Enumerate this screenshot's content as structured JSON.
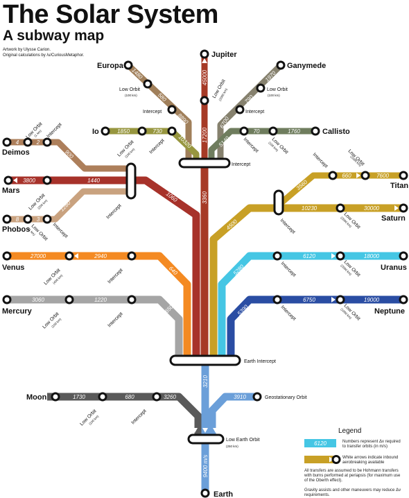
{
  "header": {
    "title": "The Solar System",
    "subtitle": "A subway map",
    "credit_line1": "Artwork by Ulysse Carion.",
    "credit_line2": "Original calculations by /u/CuriousMetaphor."
  },
  "labels": {
    "jupiter": "Jupiter",
    "europa": "Europa",
    "ganymede": "Ganymede",
    "io": "Io",
    "callisto": "Callisto",
    "deimos": "Deimos",
    "mars": "Mars",
    "phobos": "Phobos",
    "titan": "Titan",
    "saturn": "Saturn",
    "venus": "Venus",
    "uranus": "Uranus",
    "mercury": "Mercury",
    "neptune": "Neptune",
    "moon": "Moon",
    "geostationary": "Geostationary Orbit",
    "earth": "Earth",
    "jupiter_intercept": "Intercept",
    "earth_intercept": "Earth Intercept",
    "leo": "Low Earth Orbit",
    "leo_alt": "(250 km)",
    "low_orbit": "Low Orbit",
    "intercept": "Intercept",
    "alt_1km": "(1 km)",
    "alt_100km": "(100 km)",
    "alt_200km": "(200 km)",
    "alt_400km": "(400 km)",
    "alt_1000km": "(1000 km)",
    "alt_2000km": "(2000 km)"
  },
  "values": {
    "europa_a": "1480",
    "europa_b": "580",
    "europa_c": "8890",
    "jupiter_a": "45000",
    "jupiter_b": "17200",
    "jupiter_c": "3360",
    "ganymede_a": "1970",
    "ganymede_b": "790",
    "ganymede_c": "6700",
    "io_a": "1850",
    "io_b": "730",
    "io_c": "10320",
    "callisto_a": "1760",
    "callisto_b": "70",
    "callisto_c": "5140",
    "deimos_a": "4",
    "deimos_b": "2",
    "deimos_c": "900",
    "mars_a": "3800",
    "mars_b": "1440",
    "mars_c": "1060",
    "phobos_a": "8",
    "phobos_b": "3",
    "phobos_c": "1280",
    "titan_a": "7600",
    "titan_b": "660",
    "titan_c": "3560",
    "saturn_a": "30000",
    "saturn_b": "10230",
    "saturn_c": "4500",
    "venus_a": "27000",
    "venus_b": "2940",
    "venus_c": "640",
    "uranus_a": "18000",
    "uranus_b": "6120",
    "uranus_c": "5280",
    "mercury_a": "3060",
    "mercury_b": "1220",
    "mercury_c": "8650",
    "neptune_a": "19000",
    "neptune_b": "6750",
    "neptune_c": "5390",
    "moon_a": "1730",
    "moon_b": "680",
    "moon_c": "3260",
    "earth_up": "3210",
    "geo": "3910",
    "earth_down": "9400 m/s"
  },
  "legend": {
    "title": "Legend",
    "sample_value": "6120",
    "numbers_line1": "Numbers represent Δv required",
    "numbers_line2": "to transfer orbits (in m/s)",
    "arrows_line1": "White arrows indicate inbound",
    "arrows_line2": "aerobreaking available",
    "note1_line1": "All transfers are assumed to be Hohmann transfers",
    "note1_line2": "with burns performed at periapsis (for maximum use",
    "note1_line3": "of the Oberth effect).",
    "note2_line1": "Gravity assists and other maneuvers may reduce Δv",
    "note2_line2": "requirements."
  },
  "colors": {
    "jupiter": "#a63a26",
    "europa": "#a07f5a",
    "ganymede": "#86816e",
    "io": "#97963f",
    "callisto": "#6f7d5e",
    "deimos": "#ad7f5b",
    "mars": "#a7322a",
    "phobos": "#c9a27f",
    "saturn": "#c8a026",
    "venus": "#f48a22",
    "uranus": "#45c6e4",
    "mercury": "#a5a5a5",
    "neptune": "#2a4da3",
    "moon": "#5a5a5a",
    "earth": "#6b9fd9"
  }
}
